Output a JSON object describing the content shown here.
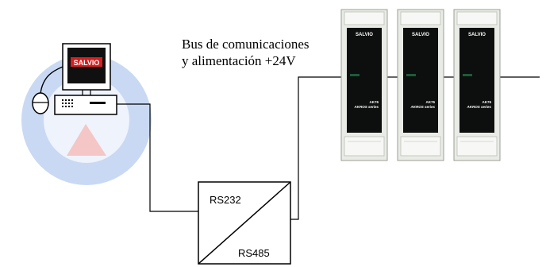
{
  "bus_label": {
    "line1": "Bus de comunicaciones",
    "line2": "y alimentación +24V"
  },
  "converter": {
    "top_label": "RS232",
    "bottom_label": "RS485"
  },
  "computer": {
    "screen_brand": "SALVIO"
  },
  "modules": [
    {
      "brand": "SALVIO",
      "model": "AK76",
      "series": "AKROS series"
    },
    {
      "brand": "SALVIO",
      "model": "AK76",
      "series": "AKROS series"
    },
    {
      "brand": "SALVIO",
      "model": "AK76",
      "series": "AKROS series"
    }
  ],
  "colors": {
    "background": "#ffffff",
    "ring_blue": "#c9d9f3",
    "ring_inner": "#e6eefb",
    "triangle": "#f4c6c6",
    "module_body": "#e9ece6",
    "module_front": "#0c0f0d",
    "logo_red": "#d81e1e",
    "line": "#000000"
  }
}
